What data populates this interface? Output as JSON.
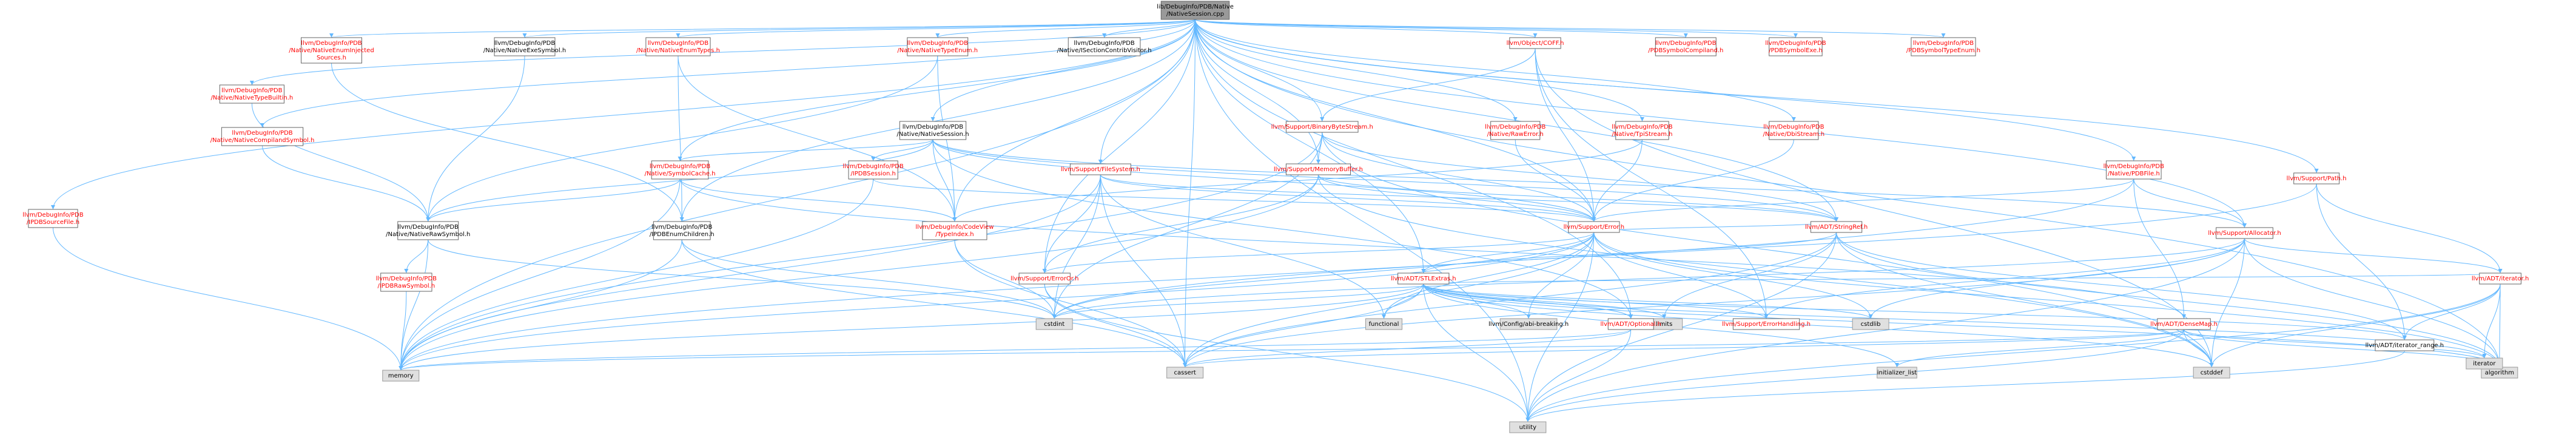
{
  "root": "lib/DebugInfo/PDB/Native/NativeSession.cpp",
  "colors": {
    "edge": "#63B8FF",
    "root_fill": "#999999",
    "node_fill": "#ffffff",
    "ext_fill": "#e0e0e0",
    "red_text": "#ff0000",
    "black_text": "#000000",
    "border": "#666666",
    "ext_border": "#999999"
  },
  "nodes": [
    {
      "id": "root",
      "lines": [
        "lib/DebugInfo/PDB/Native",
        "/NativeSession.cpp"
      ],
      "kind": "root"
    },
    {
      "id": "nsEnumInj",
      "lines": [
        "llvm/DebugInfo/PDB",
        "/Native/NativeEnumInjected",
        "Sources.h"
      ],
      "kind": "red"
    },
    {
      "id": "nsExeSym",
      "lines": [
        "llvm/DebugInfo/PDB",
        "/Native/NativeExeSymbol.h"
      ],
      "kind": "black"
    },
    {
      "id": "nsEnumTypes",
      "lines": [
        "llvm/DebugInfo/PDB",
        "/Native/NativeEnumTypes.h"
      ],
      "kind": "red"
    },
    {
      "id": "nsTypeEnum",
      "lines": [
        "llvm/DebugInfo/PDB",
        "/Native/NativeTypeEnum.h"
      ],
      "kind": "red"
    },
    {
      "id": "iSecContrib",
      "lines": [
        "llvm/DebugInfo/PDB",
        "/Native/ISectionContribVisitor.h"
      ],
      "kind": "black"
    },
    {
      "id": "coff",
      "lines": [
        "llvm/Object/COFF.h"
      ],
      "kind": "red"
    },
    {
      "id": "pdbSymCompiland",
      "lines": [
        "llvm/DebugInfo/PDB",
        "/PDBSymbolCompiland.h"
      ],
      "kind": "red"
    },
    {
      "id": "pdbSymExe",
      "lines": [
        "llvm/DebugInfo/PDB",
        "/PDBSymbolExe.h"
      ],
      "kind": "red"
    },
    {
      "id": "pdbSymTypeEnum",
      "lines": [
        "llvm/DebugInfo/PDB",
        "/PDBSymbolTypeEnum.h"
      ],
      "kind": "red"
    },
    {
      "id": "nsTypeBuiltin",
      "lines": [
        "llvm/DebugInfo/PDB",
        "/Native/NativeTypeBuiltin.h"
      ],
      "kind": "red"
    },
    {
      "id": "nsSession",
      "lines": [
        "llvm/DebugInfo/PDB",
        "/Native/NativeSession.h"
      ],
      "kind": "black"
    },
    {
      "id": "binStream",
      "lines": [
        "llvm/Support/BinaryByteStream.h"
      ],
      "kind": "red"
    },
    {
      "id": "rawError",
      "lines": [
        "llvm/DebugInfo/PDB",
        "/Native/RawError.h"
      ],
      "kind": "red"
    },
    {
      "id": "tpiStream",
      "lines": [
        "llvm/DebugInfo/PDB",
        "/Native/TpiStream.h"
      ],
      "kind": "red"
    },
    {
      "id": "dbiStream",
      "lines": [
        "llvm/DebugInfo/PDB",
        "/Native/DbiStream.h"
      ],
      "kind": "red"
    },
    {
      "id": "nsCompiland",
      "lines": [
        "llvm/DebugInfo/PDB",
        "/Native/NativeCompilandSymbol.h"
      ],
      "kind": "red"
    },
    {
      "id": "symCache",
      "lines": [
        "llvm/DebugInfo/PDB",
        "/Native/SymbolCache.h"
      ],
      "kind": "red"
    },
    {
      "id": "pdbSession",
      "lines": [
        "llvm/DebugInfo/PDB",
        "/IPDBSession.h"
      ],
      "kind": "red"
    },
    {
      "id": "fileSystem",
      "lines": [
        "llvm/Support/FileSystem.h"
      ],
      "kind": "red"
    },
    {
      "id": "memBuffer",
      "lines": [
        "llvm/Support/MemoryBuffer.h"
      ],
      "kind": "red"
    },
    {
      "id": "pdbFile",
      "lines": [
        "llvm/DebugInfo/PDB",
        "/Native/PDBFile.h"
      ],
      "kind": "red"
    },
    {
      "id": "path",
      "lines": [
        "llvm/Support/Path.h"
      ],
      "kind": "red"
    },
    {
      "id": "srcFile",
      "lines": [
        "llvm/DebugInfo/PDB",
        "/IPDBSourceFile.h"
      ],
      "kind": "red"
    },
    {
      "id": "nsRawSym",
      "lines": [
        "llvm/DebugInfo/PDB",
        "/Native/NativeRawSymbol.h"
      ],
      "kind": "black"
    },
    {
      "id": "enumChildren",
      "lines": [
        "llvm/DebugInfo/PDB",
        "/IPDBEnumChildren.h"
      ],
      "kind": "black"
    },
    {
      "id": "typeIndex",
      "lines": [
        "llvm/DebugInfo/CodeView",
        "/TypeIndex.h"
      ],
      "kind": "red"
    },
    {
      "id": "error",
      "lines": [
        "llvm/Support/Error.h"
      ],
      "kind": "red"
    },
    {
      "id": "stringRef",
      "lines": [
        "llvm/ADT/StringRef.h"
      ],
      "kind": "red"
    },
    {
      "id": "allocator",
      "lines": [
        "llvm/Support/Allocator.h"
      ],
      "kind": "red"
    },
    {
      "id": "rawSym",
      "lines": [
        "llvm/DebugInfo/PDB",
        "/IPDBRawSymbol.h"
      ],
      "kind": "red"
    },
    {
      "id": "errorOr",
      "lines": [
        "llvm/Support/ErrorOr.h"
      ],
      "kind": "red"
    },
    {
      "id": "stlExtras",
      "lines": [
        "llvm/ADT/STLExtras.h"
      ],
      "kind": "red"
    },
    {
      "id": "iterator",
      "lines": [
        "llvm/ADT/iterator.h"
      ],
      "kind": "red"
    },
    {
      "id": "cstdint",
      "lines": [
        "cstdint"
      ],
      "kind": "ext"
    },
    {
      "id": "functional",
      "lines": [
        "functional"
      ],
      "kind": "ext"
    },
    {
      "id": "abiBreaking",
      "lines": [
        "llvm/Config/abi-breaking.h"
      ],
      "kind": "ext"
    },
    {
      "id": "limits",
      "lines": [
        "limits"
      ],
      "kind": "ext"
    },
    {
      "id": "optional",
      "lines": [
        "llvm/ADT/Optional.h"
      ],
      "kind": "red"
    },
    {
      "id": "errHandling",
      "lines": [
        "llvm/Support/ErrorHandling.h"
      ],
      "kind": "red"
    },
    {
      "id": "cstdlib",
      "lines": [
        "cstdlib"
      ],
      "kind": "ext"
    },
    {
      "id": "denseMap",
      "lines": [
        "llvm/ADT/DenseMap.h"
      ],
      "kind": "red"
    },
    {
      "id": "iterRange",
      "lines": [
        "llvm/ADT/iterator_range.h"
      ],
      "kind": "black"
    },
    {
      "id": "memory",
      "lines": [
        "memory"
      ],
      "kind": "ext"
    },
    {
      "id": "cassert",
      "lines": [
        "cassert"
      ],
      "kind": "ext"
    },
    {
      "id": "initList",
      "lines": [
        "initializer_list"
      ],
      "kind": "ext"
    },
    {
      "id": "cstddef",
      "lines": [
        "cstddef"
      ],
      "kind": "ext"
    },
    {
      "id": "algorithm",
      "lines": [
        "algorithm"
      ],
      "kind": "ext"
    },
    {
      "id": "iteratorStd",
      "lines": [
        "iterator"
      ],
      "kind": "ext"
    },
    {
      "id": "utility",
      "lines": [
        "utility"
      ],
      "kind": "ext"
    }
  ],
  "edges": [
    [
      "root",
      "nsEnumInj"
    ],
    [
      "root",
      "nsExeSym"
    ],
    [
      "root",
      "nsEnumTypes"
    ],
    [
      "root",
      "nsTypeEnum"
    ],
    [
      "root",
      "iSecContrib"
    ],
    [
      "root",
      "coff"
    ],
    [
      "root",
      "pdbSymCompiland"
    ],
    [
      "root",
      "pdbSymExe"
    ],
    [
      "root",
      "pdbSymTypeEnum"
    ],
    [
      "root",
      "nsTypeBuiltin"
    ],
    [
      "root",
      "nsSession"
    ],
    [
      "root",
      "binStream"
    ],
    [
      "root",
      "rawError"
    ],
    [
      "root",
      "tpiStream"
    ],
    [
      "root",
      "dbiStream"
    ],
    [
      "root",
      "nsCompiland"
    ],
    [
      "root",
      "symCache"
    ],
    [
      "root",
      "fileSystem"
    ],
    [
      "root",
      "memBuffer"
    ],
    [
      "root",
      "pdbFile"
    ],
    [
      "root",
      "path"
    ],
    [
      "root",
      "srcFile"
    ],
    [
      "root",
      "typeIndex"
    ],
    [
      "root",
      "error"
    ],
    [
      "root",
      "stringRef"
    ],
    [
      "root",
      "allocator"
    ],
    [
      "root",
      "errorOr"
    ],
    [
      "root",
      "stlExtras"
    ],
    [
      "root",
      "optional"
    ],
    [
      "root",
      "cassert"
    ],
    [
      "root",
      "algorithm"
    ],
    [
      "root",
      "memory"
    ],
    [
      "root",
      "utility"
    ],
    [
      "root",
      "enumChildren"
    ],
    [
      "nsEnumInj",
      "enumChildren"
    ],
    [
      "nsExeSym",
      "nsRawSym"
    ],
    [
      "nsEnumTypes",
      "enumChildren"
    ],
    [
      "nsEnumTypes",
      "typeIndex"
    ],
    [
      "nsTypeEnum",
      "nsRawSym"
    ],
    [
      "nsTypeEnum",
      "typeIndex"
    ],
    [
      "nsTypeBuiltin",
      "nsRawSym"
    ],
    [
      "nsCompiland",
      "nsRawSym"
    ],
    [
      "nsSession",
      "symCache"
    ],
    [
      "nsSession",
      "pdbSession"
    ],
    [
      "nsSession",
      "error"
    ],
    [
      "nsSession",
      "allocator"
    ],
    [
      "nsSession",
      "stringRef"
    ],
    [
      "nsSession",
      "optional"
    ],
    [
      "nsSession",
      "nsRawSym"
    ],
    [
      "nsSession",
      "typeIndex"
    ],
    [
      "coff",
      "binStream"
    ],
    [
      "coff",
      "error"
    ],
    [
      "coff",
      "errHandling"
    ],
    [
      "coff",
      "cstddef"
    ],
    [
      "binStream",
      "memBuffer"
    ],
    [
      "binStream",
      "error"
    ],
    [
      "binStream",
      "stringRef"
    ],
    [
      "binStream",
      "cstdint"
    ],
    [
      "binStream",
      "cstddef"
    ],
    [
      "binStream",
      "memory"
    ],
    [
      "rawError",
      "error"
    ],
    [
      "tpiStream",
      "error"
    ],
    [
      "tpiStream",
      "typeIndex"
    ],
    [
      "dbiStream",
      "error"
    ],
    [
      "symCache",
      "nsRawSym"
    ],
    [
      "symCache",
      "typeIndex"
    ],
    [
      "symCache",
      "denseMap"
    ],
    [
      "symCache",
      "memory"
    ],
    [
      "pdbSession",
      "memory"
    ],
    [
      "pdbSession",
      "error"
    ],
    [
      "fileSystem",
      "error"
    ],
    [
      "fileSystem",
      "errorOr"
    ],
    [
      "fileSystem",
      "stringRef"
    ],
    [
      "fileSystem",
      "cstdint"
    ],
    [
      "fileSystem",
      "memory"
    ],
    [
      "fileSystem",
      "cassert"
    ],
    [
      "fileSystem",
      "functional"
    ],
    [
      "memBuffer",
      "error"
    ],
    [
      "memBuffer",
      "errorOr"
    ],
    [
      "memBuffer",
      "stringRef"
    ],
    [
      "memBuffer",
      "cstddef"
    ],
    [
      "memBuffer",
      "memory"
    ],
    [
      "pdbFile",
      "allocator"
    ],
    [
      "pdbFile",
      "denseMap"
    ],
    [
      "pdbFile",
      "error"
    ],
    [
      "pdbFile",
      "memory"
    ],
    [
      "path",
      "iterator"
    ],
    [
      "path",
      "iterRange"
    ],
    [
      "path",
      "cstdint"
    ],
    [
      "srcFile",
      "memory"
    ],
    [
      "nsRawSym",
      "rawSym"
    ],
    [
      "nsRawSym",
      "memory"
    ],
    [
      "nsRawSym",
      "cstdint"
    ],
    [
      "enumChildren",
      "memory"
    ],
    [
      "enumChildren",
      "cassert"
    ],
    [
      "enumChildren",
      "cstdint"
    ],
    [
      "typeIndex",
      "cassert"
    ],
    [
      "typeIndex",
      "cstdint"
    ],
    [
      "error",
      "abiBreaking"
    ],
    [
      "error",
      "stlExtras"
    ],
    [
      "error",
      "stringRef"
    ],
    [
      "error",
      "errorOr"
    ],
    [
      "error",
      "errHandling"
    ],
    [
      "error",
      "cstdint"
    ],
    [
      "error",
      "cstdlib"
    ],
    [
      "error",
      "functional"
    ],
    [
      "error",
      "memory"
    ],
    [
      "error",
      "cassert"
    ],
    [
      "error",
      "algorithm"
    ],
    [
      "error",
      "utility"
    ],
    [
      "stringRef",
      "stlExtras"
    ],
    [
      "stringRef",
      "iterRange"
    ],
    [
      "stringRef",
      "cstddef"
    ],
    [
      "stringRef",
      "algorithm"
    ],
    [
      "stringRef",
      "limits"
    ],
    [
      "stringRef",
      "utility"
    ],
    [
      "stringRef",
      "cassert"
    ],
    [
      "allocator",
      "errHandling"
    ],
    [
      "allocator",
      "cstdlib"
    ],
    [
      "allocator",
      "algorithm"
    ],
    [
      "allocator",
      "cassert"
    ],
    [
      "allocator",
      "cstddef"
    ],
    [
      "allocator",
      "iterator"
    ],
    [
      "allocator",
      "utility"
    ],
    [
      "allocator",
      "cstdint"
    ],
    [
      "rawSym",
      "memory"
    ],
    [
      "errorOr",
      "utility"
    ],
    [
      "errorOr",
      "cassert"
    ],
    [
      "stlExtras",
      "abiBreaking"
    ],
    [
      "stlExtras",
      "optional"
    ],
    [
      "stlExtras",
      "iterator"
    ],
    [
      "stlExtras",
      "iterRange"
    ],
    [
      "stlExtras",
      "errHandling"
    ],
    [
      "stlExtras",
      "algorithm"
    ],
    [
      "stlExtras",
      "cassert"
    ],
    [
      "stlExtras",
      "cstddef"
    ],
    [
      "stlExtras",
      "cstdint"
    ],
    [
      "stlExtras",
      "cstdlib"
    ],
    [
      "stlExtras",
      "functional"
    ],
    [
      "stlExtras",
      "initList"
    ],
    [
      "stlExtras",
      "iteratorStd"
    ],
    [
      "stlExtras",
      "limits"
    ],
    [
      "stlExtras",
      "memory"
    ],
    [
      "stlExtras",
      "utility"
    ],
    [
      "iterator",
      "iterRange"
    ],
    [
      "iterator",
      "cstddef"
    ],
    [
      "iterator",
      "iteratorStd"
    ],
    [
      "iterator",
      "utility"
    ],
    [
      "iterator",
      "algorithm"
    ],
    [
      "optional",
      "memory"
    ],
    [
      "optional",
      "utility"
    ],
    [
      "optional",
      "cassert"
    ],
    [
      "denseMap",
      "algorithm"
    ],
    [
      "denseMap",
      "cassert"
    ],
    [
      "denseMap",
      "cstddef"
    ],
    [
      "denseMap",
      "initList"
    ],
    [
      "denseMap",
      "iteratorStd"
    ],
    [
      "denseMap",
      "utility"
    ],
    [
      "denseMap",
      "memory"
    ],
    [
      "iterRange",
      "utility"
    ]
  ]
}
